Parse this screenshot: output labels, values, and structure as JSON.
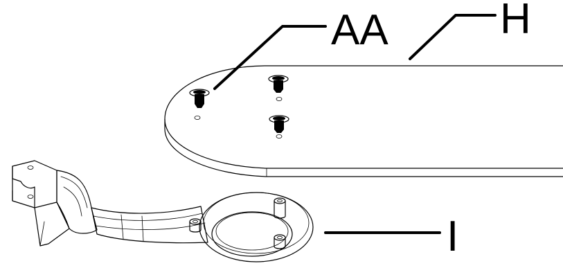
{
  "labels": {
    "screw": "AA",
    "plate": "H",
    "bracket": "I"
  },
  "colors": {
    "ink": "#000000",
    "paper": "#ffffff",
    "shade": "#d9d9d9"
  }
}
